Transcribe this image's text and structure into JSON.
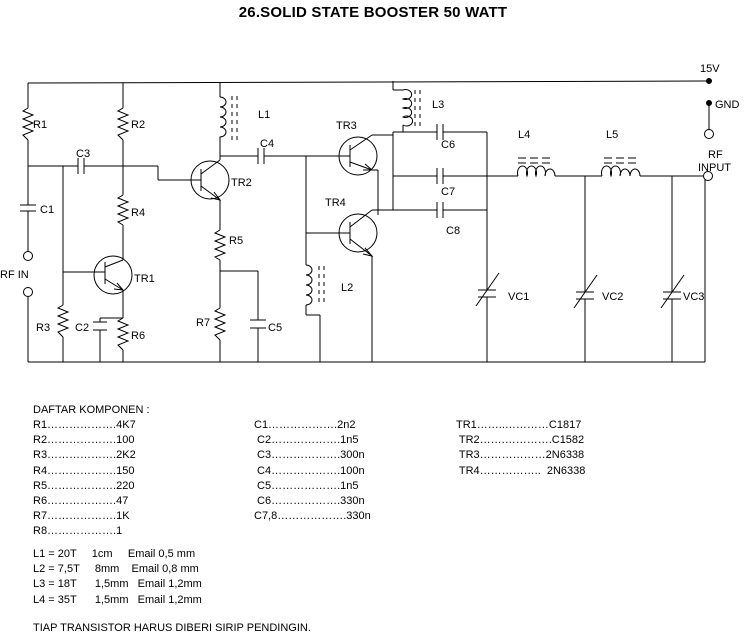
{
  "title": "26.SOLID STATE BOOSTER 50 WATT",
  "labels": {
    "supply": "15V",
    "gnd": "GND",
    "rf_input": [
      "RF",
      "INPUT"
    ],
    "rf_in": "RF IN",
    "R1": "R1",
    "R2": "R2",
    "R3": "R3",
    "R4": "R4",
    "R5": "R5",
    "R6": "R6",
    "R7": "R7",
    "C1": "C1",
    "C2": "C2",
    "C3": "C3",
    "C4": "C4",
    "C5": "C5",
    "C6": "C6",
    "C7": "C7",
    "C8": "C8",
    "L1": "L1",
    "L2": "L2",
    "L3": "L3",
    "L4": "L4",
    "L5": "L5",
    "TR1": "TR1",
    "TR2": "TR2",
    "TR3": "TR3",
    "TR4": "TR4",
    "VC1": "VC1",
    "VC2": "VC2",
    "VC3": "VC3"
  },
  "components_heading": "DAFTAR KOMPONEN :",
  "resistors": [
    "R1……………….4K7",
    "R2……………….100",
    "R3……………….2K2",
    "R4……………….150",
    "R5……………….220",
    "R6……………….47",
    "R7……………….1K",
    "R8……………….1"
  ],
  "capacitors": [
    "C1……………….2n2",
    " C2……………….1n5",
    " C3……………….300n",
    " C4……………….100n",
    " C5……………….1n5",
    " C6……………….330n",
    "C7,8……………….330n"
  ],
  "transistors": [
    "TR1……..…………C1817",
    " TR2…….………….C1582",
    " TR3………………2N6338",
    " TR4……………..  2N6338"
  ],
  "coils": [
    "L1 = 20T     1cm     Email 0,5 mm",
    "L2 = 7,5T     8mm    Email 0,8 mm",
    "L3 = 18T      1,5mm   Email 1,2mm",
    "L4 = 35T      1,5mm   Email 1,2mm"
  ],
  "note": "TIAP TRANSISTOR HARUS DIBERI SIRIP PENDINGIN."
}
